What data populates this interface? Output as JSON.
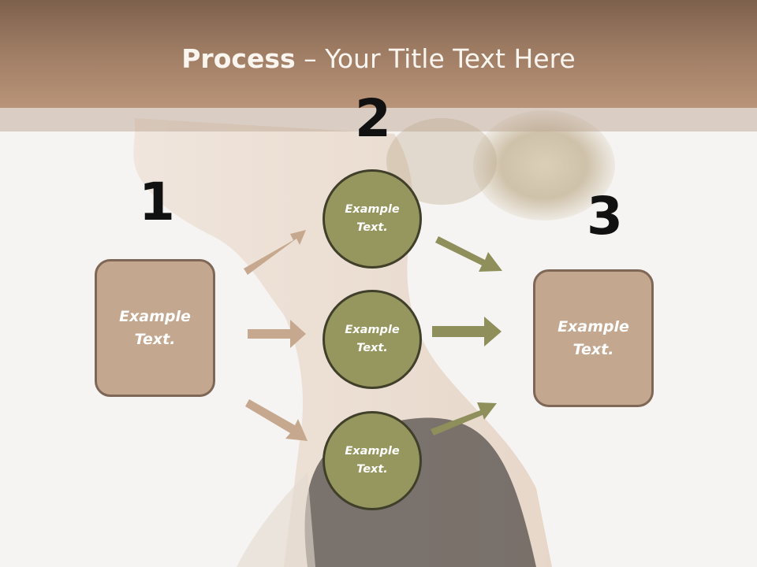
{
  "title": {
    "bold": "Process",
    "rest": " – Your Title Text Here"
  },
  "steps": [
    {
      "number": "1",
      "label": "Example Text."
    },
    {
      "number": "2",
      "items": [
        "Example Text.",
        "Example Text.",
        "Example Text."
      ]
    },
    {
      "number": "3",
      "label": "Example Text."
    }
  ],
  "colors": {
    "title_band": "#9d7b63",
    "box_fill": "#c4a78f",
    "box_border": "#7e6757",
    "circle_fill": "#96965f",
    "circle_border": "#3f3f2a",
    "arrow_left": "#c6a88e",
    "arrow_right": "#8e8f5a"
  }
}
